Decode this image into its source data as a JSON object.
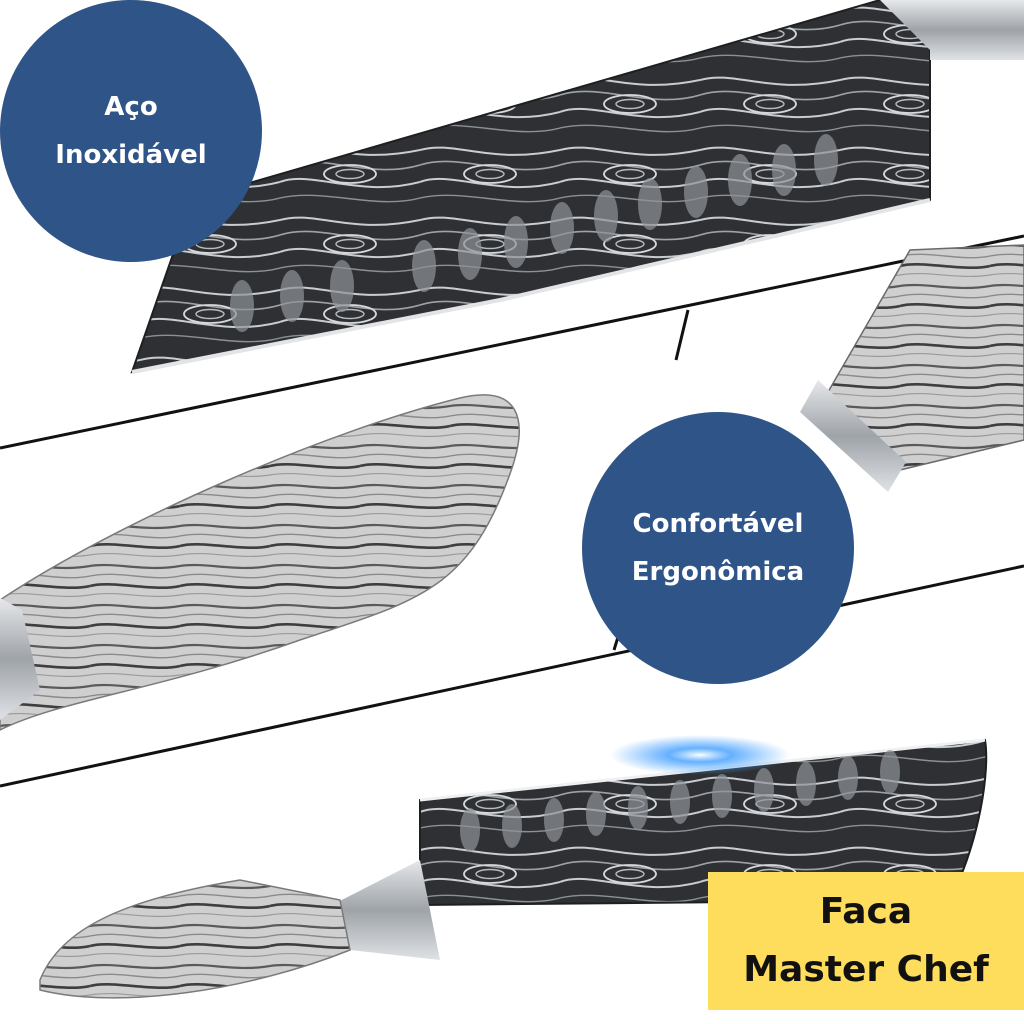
{
  "badges": {
    "steel": {
      "line1": "Aço",
      "line2": "Inoxidável"
    },
    "comfort": {
      "line1": "Confortável",
      "line2": "Ergonômica"
    }
  },
  "product_label": {
    "line1": "Faca",
    "line2": "Master Chef"
  },
  "colors": {
    "badge_blue": "#2f5487",
    "label_yellow": "#fedc5c",
    "blade_dark": "#2e3033",
    "damascus_line": "#c9ccd0",
    "wood_light": "#cfcfcf",
    "wood_dark": "#4a4a4a",
    "bolster_steel": "#b9bdc2",
    "highlight_blue": "#4aa3ff"
  },
  "icons": [
    "knife-blade-image",
    "wood-handle-image"
  ]
}
